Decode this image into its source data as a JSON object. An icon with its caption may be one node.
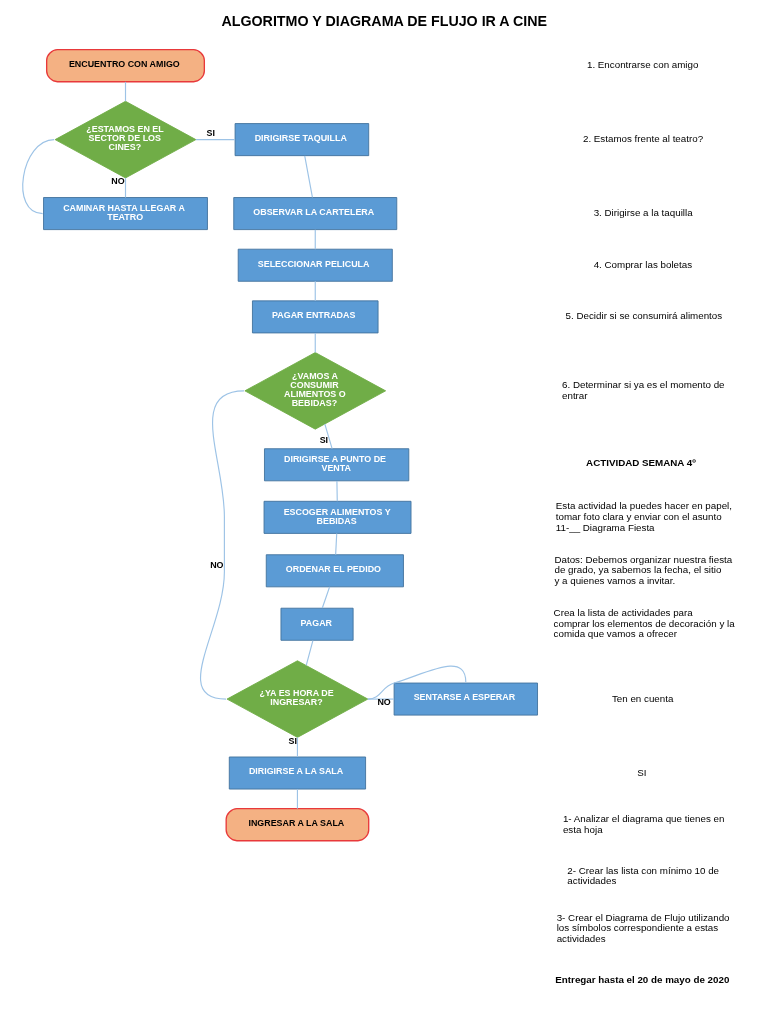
{
  "diagram": {
    "title": "ALGORITMO Y DIAGRAMA DE FLUJO IR A CINE",
    "nodes": [
      {
        "text": [
          "ENCUENTRO CON AMIGO"
        ]
      },
      {
        "text": [
          "¿ESTAMOS EN EL SECTOR DE LOS CINES?"
        ]
      },
      {
        "text": [
          "DIRIGIRSE TAQUILLA"
        ]
      },
      {
        "text": [
          "OBSERVAR LA CARTELERA"
        ]
      },
      {
        "text": [
          "SELECCIONAR PELICULA"
        ]
      },
      {
        "text": [
          "CAMINAR HASTA LLEGAR A TEATRO"
        ]
      },
      {
        "text": [
          "PAGAR ENTRADAS"
        ]
      },
      {
        "text": [
          "¿VAMOS A CONSUMIR ALIMENTOS O BEBIDAS?"
        ]
      },
      {
        "text": [
          "DIRIGIRSE A PUNTO DE VENTA"
        ]
      },
      {
        "text": [
          "ESCOGER ALIMENTOS Y BEBIDAS"
        ]
      },
      {
        "text": [
          "ORDENAR EL PEDIDO"
        ]
      },
      {
        "text": [
          "PAGAR"
        ]
      },
      {
        "text": [
          "¿YA ES HORA DE INGRESAR?"
        ]
      },
      {
        "text": [
          "SENTARSE A ESPERAR"
        ]
      },
      {
        "text": [
          "DIRIGIRSE A LA SALA"
        ]
      },
      {
        "text": [
          "INGRESAR A LA SALA"
        ]
      }
    ],
    "edges": [
      {
        "from": 0,
        "to": 1,
        "arrow": "none"
      },
      {
        "from": 1,
        "to": 2,
        "arrow": "none",
        "label": "SI"
      },
      {
        "from": 1,
        "to": 5,
        "arrow": "none",
        "label": "NO"
      },
      {
        "from": 5,
        "to": 1,
        "arrow": "none"
      },
      {
        "from": 2,
        "to": 3,
        "arrow": "none"
      },
      {
        "from": 3,
        "to": 4,
        "arrow": "none"
      },
      {
        "from": 4,
        "to": 6,
        "arrow": "none"
      },
      {
        "from": 6,
        "to": 7,
        "arrow": "none"
      },
      {
        "from": 7,
        "to": 8,
        "arrow": "none",
        "label": "SI"
      },
      {
        "from": 8,
        "to": 9,
        "arrow": "none"
      },
      {
        "from": 9,
        "to": 10,
        "arrow": "none"
      },
      {
        "from": 10,
        "to": 11,
        "arrow": "none"
      },
      {
        "from": 11,
        "to": 12,
        "arrow": "none"
      },
      {
        "from": 7,
        "to": 12,
        "arrow": "none",
        "label": "NO"
      },
      {
        "from": 12,
        "to": 13,
        "arrow": "none",
        "label": "NO"
      },
      {
        "from": 13,
        "to": 12,
        "arrow": "none"
      },
      {
        "from": 12,
        "to": 14,
        "arrow": "none",
        "label": "SI"
      },
      {
        "from": 14,
        "to": 15,
        "arrow": "none"
      }
    ],
    "labels": [
      "1. Encontrarse con amigo",
      "2. Estamos frente al teatro?",
      "3. Dirigirse a la taquilla",
      "4. Comprar las boletas",
      "5. Decidir si se consumirá alimentos",
      "6. Determinar si ya es el momento de entrar",
      "ACTIVIDAD SEMANA 4º",
      "Esta actividad la puedes hacer en papel, tomar foto clara y enviar con el asunto 11-__ Diagrama Fiesta",
      "Datos: Debemos organizar nuestra fiesta de grado, ya sabemos la fecha, el sitio y a quienes vamos a invitar.",
      "Crea la lista de actividades para comprar los elementos de decoración y la comida que vamos a ofrecer",
      "Ten en cuenta",
      "SI",
      "1- Analizar el diagrama que tienes en esta hoja",
      "2- Crear las lista con mínimo 10 de actividades",
      "3- Crear el Diagrama de Flujo utilizando los símbolos correspondiente a estas actividades",
      "Entregar hasta el 20 de mayo de 2020"
    ]
  }
}
